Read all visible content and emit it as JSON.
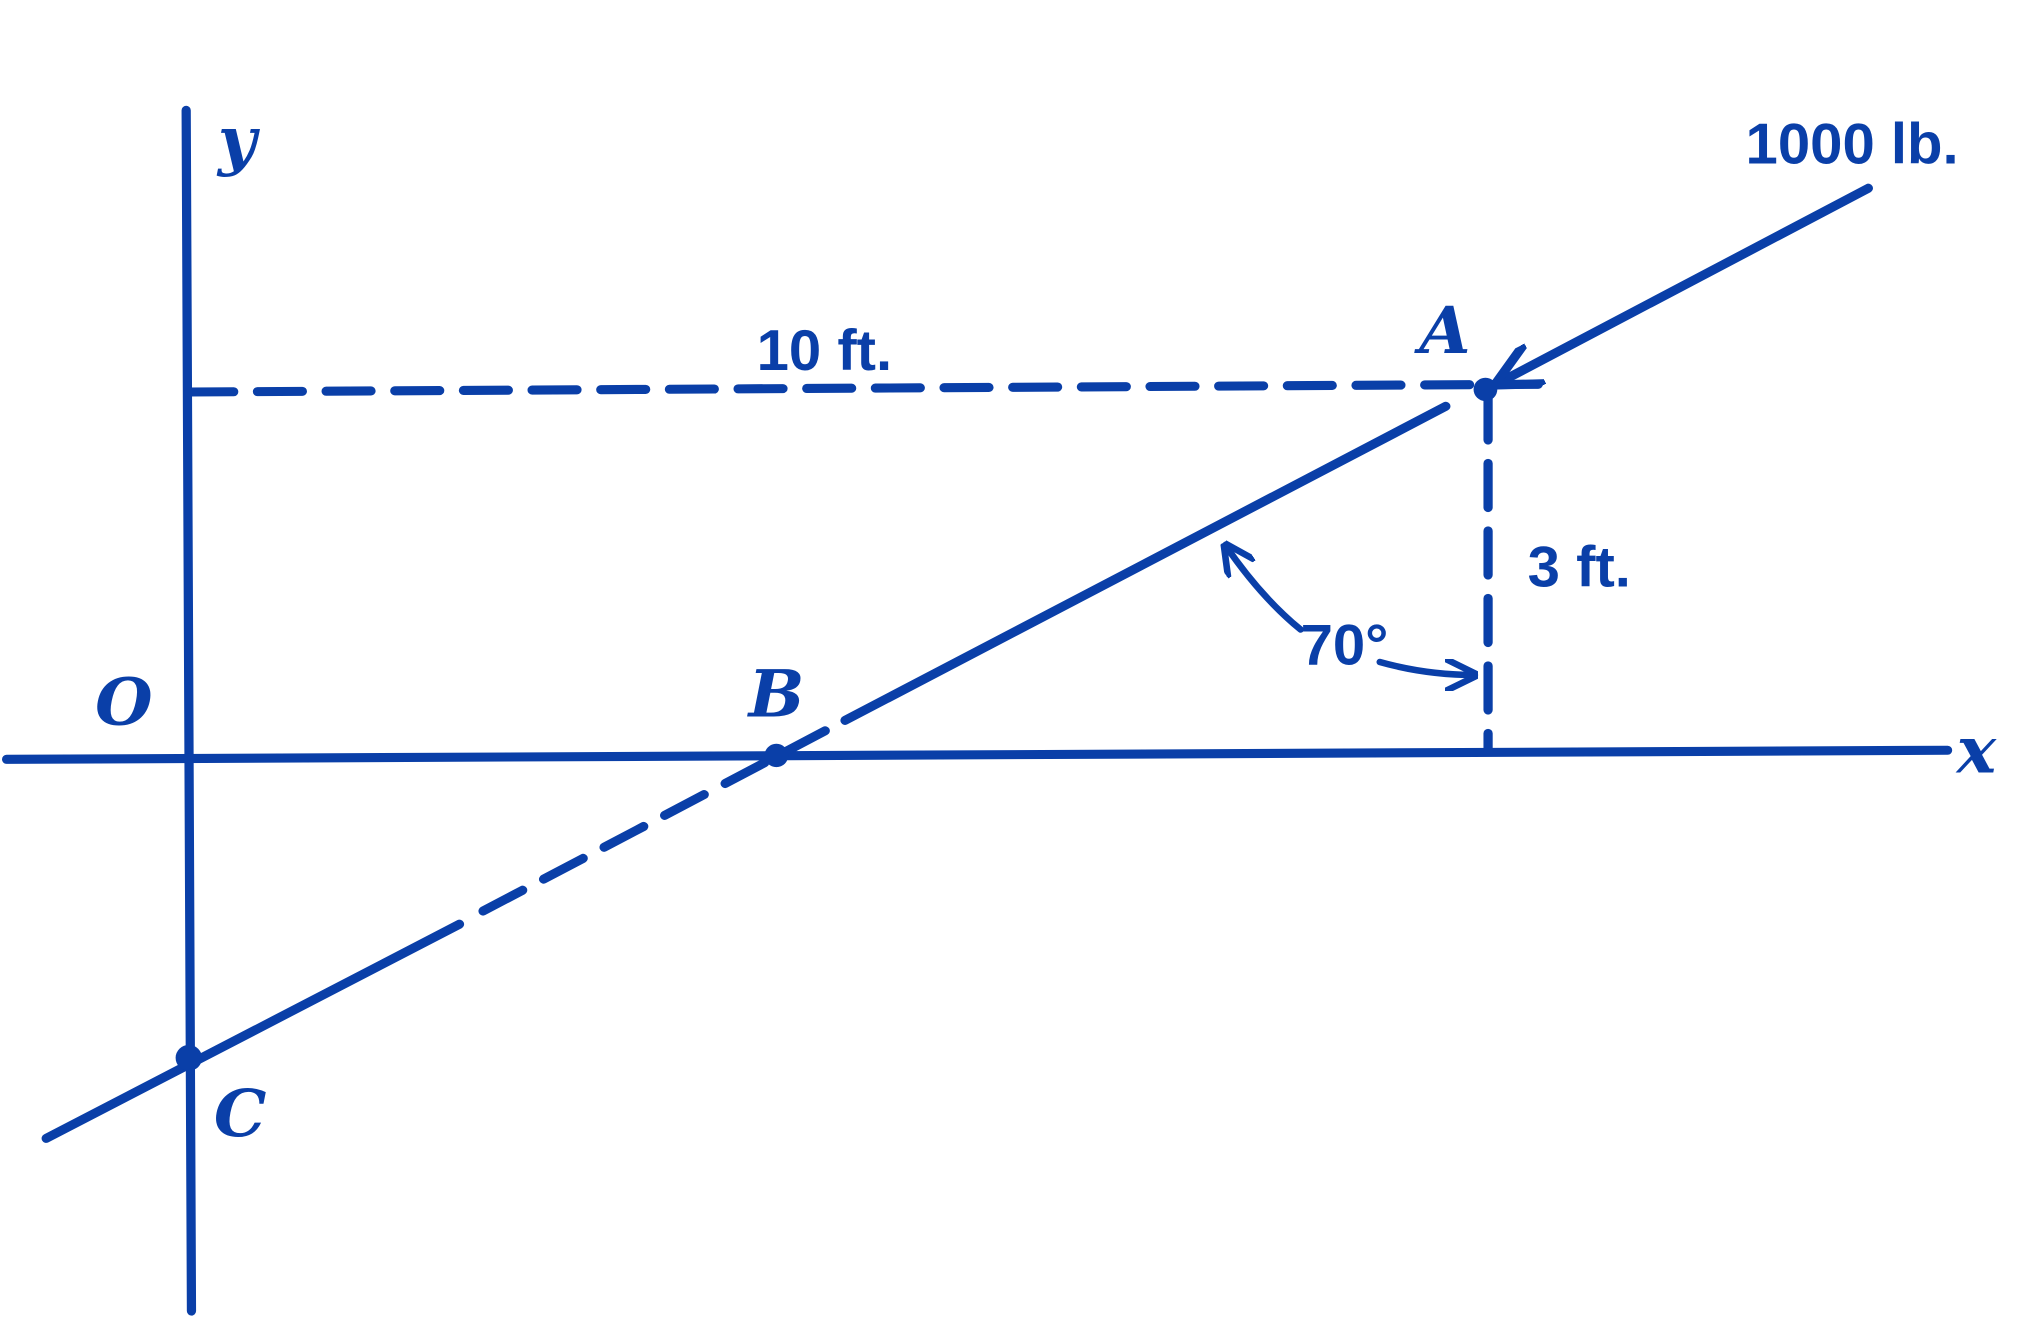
{
  "labels": {
    "y_axis": "y",
    "x_axis": "x",
    "origin": "O",
    "point_a": "A",
    "point_b": "B",
    "point_c": "C",
    "force": "1000 lb.",
    "horizontal_dim": "10 ft.",
    "vertical_dim": "3 ft.",
    "angle": "70°"
  },
  "colors": {
    "ink": "#0a3fa8"
  }
}
